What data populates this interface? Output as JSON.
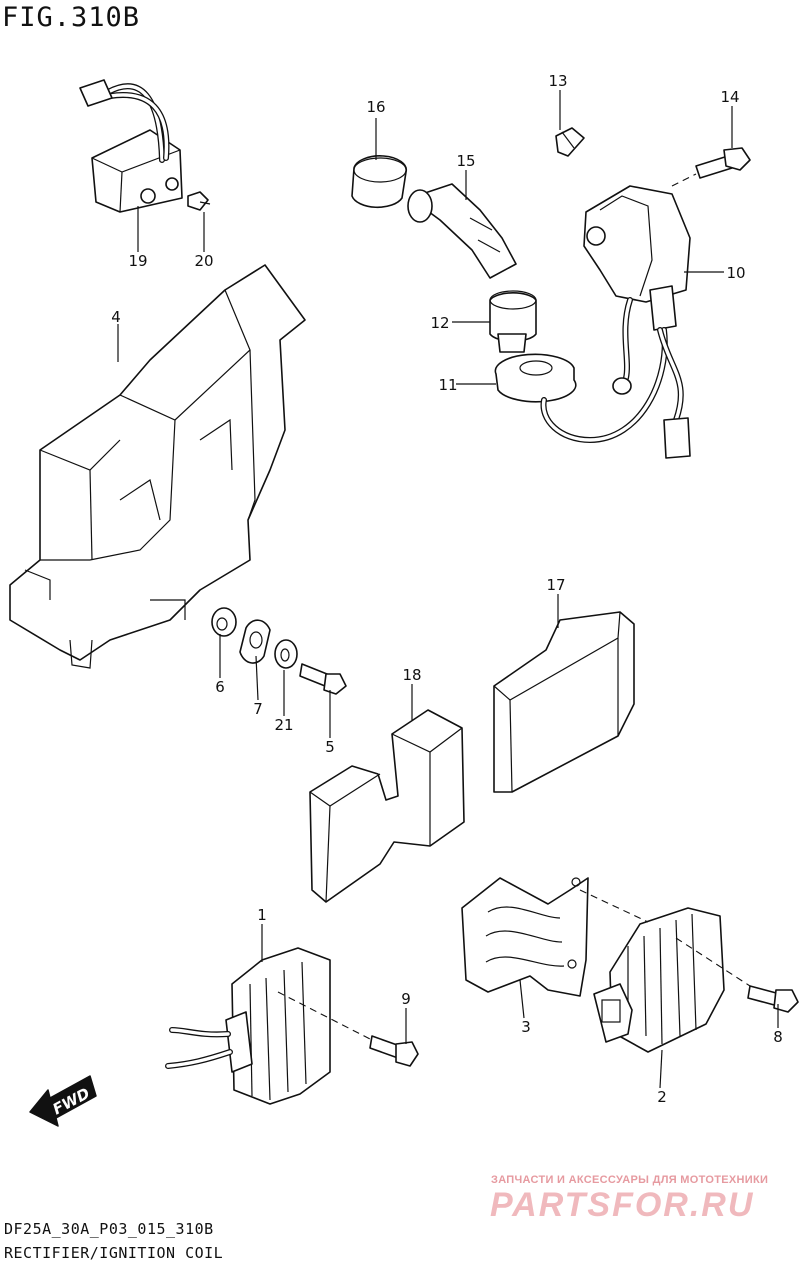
{
  "figure": {
    "title": "FIG.310B",
    "model_code": "DF25A_30A_P03_015_310B",
    "section_name": "RECTIFIER/IGNITION COIL"
  },
  "direction_badge": {
    "label": "FWD"
  },
  "watermark": {
    "tagline": "ЗАПЧАСТИ И АКСЕССУАРЫ ДЛЯ МОТОТЕХНИКИ",
    "logo": "PARTSFOR.RU",
    "color": "#e8a0a6"
  },
  "callouts": {
    "c1": "1",
    "c2": "2",
    "c3": "3",
    "c4": "4",
    "c5": "5",
    "c6": "6",
    "c7": "7",
    "c8": "8",
    "c9": "9",
    "c10": "10",
    "c11": "11",
    "c12": "12",
    "c13": "13",
    "c14": "14",
    "c15": "15",
    "c16": "16",
    "c17": "17",
    "c18": "18",
    "c19": "19",
    "c20": "20",
    "c21": "21"
  }
}
